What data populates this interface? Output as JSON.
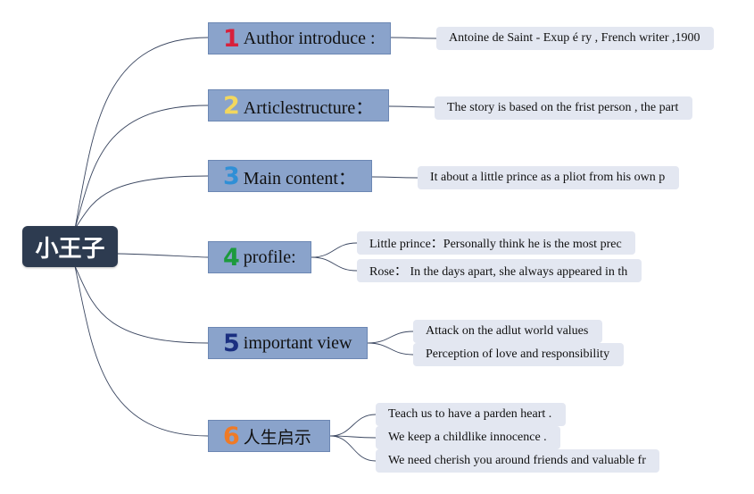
{
  "root": {
    "label": "小王子"
  },
  "colors": {
    "num1": "#d8203b",
    "num2": "#f2d75e",
    "num3": "#2f8fd6",
    "num4": "#1c9a3c",
    "num5": "#1a2f80",
    "num6": "#ef7a26"
  },
  "branches": [
    {
      "num": "1",
      "label": "Author introduce :"
    },
    {
      "num": "2",
      "label": "Articlestructure："
    },
    {
      "num": "3",
      "label": "Main content："
    },
    {
      "num": "4",
      "label": "profile:"
    },
    {
      "num": "5",
      "label": "important view"
    },
    {
      "num": "6",
      "label": "人生启示"
    }
  ],
  "leaves": {
    "b1": [
      "Antoine de Saint - Exup é ry , French writer ,1900"
    ],
    "b2": [
      "The story is based on the frist person , the part"
    ],
    "b3": [
      "It about a little prince as a pliot from his own p"
    ],
    "b4": [
      "Little prince：Personally think he is the most prec",
      "Rose：  In the days apart, she always appeared in th"
    ],
    "b5": [
      "Attack on the adlut world values",
      "Perception of love and responsibility"
    ],
    "b6": [
      "Teach us to have a parden heart .",
      "We keep a childlike innocence .",
      "We need cherish you around friends and valuable fr"
    ]
  }
}
